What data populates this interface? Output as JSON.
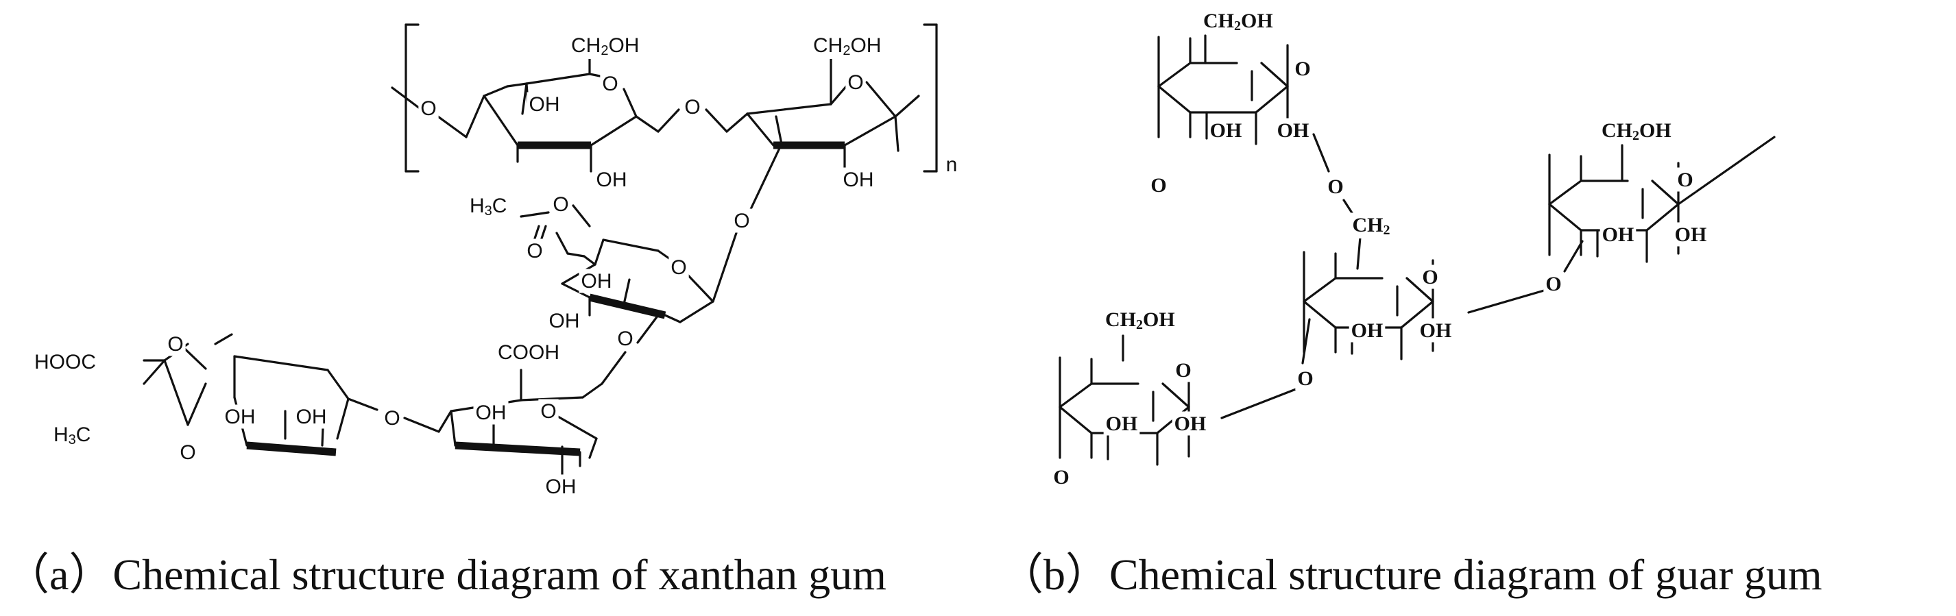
{
  "captions": {
    "a": "（a）Chemical structure diagram of xanthan gum",
    "b": "（b）Chemical structure diagram of guar gum"
  },
  "xanthan": {
    "o": "O",
    "oh": "OH",
    "ch2oh": "CH2OH",
    "cooh": "COOH",
    "hooc": "HOOC",
    "h3c": "H3C",
    "n": "n"
  },
  "guar": {
    "o": "O",
    "oh": "OH",
    "ch2oh": "CH2OH",
    "ch2": "CH2"
  },
  "colors": {
    "ink": "#111111",
    "background": "#ffffff"
  }
}
